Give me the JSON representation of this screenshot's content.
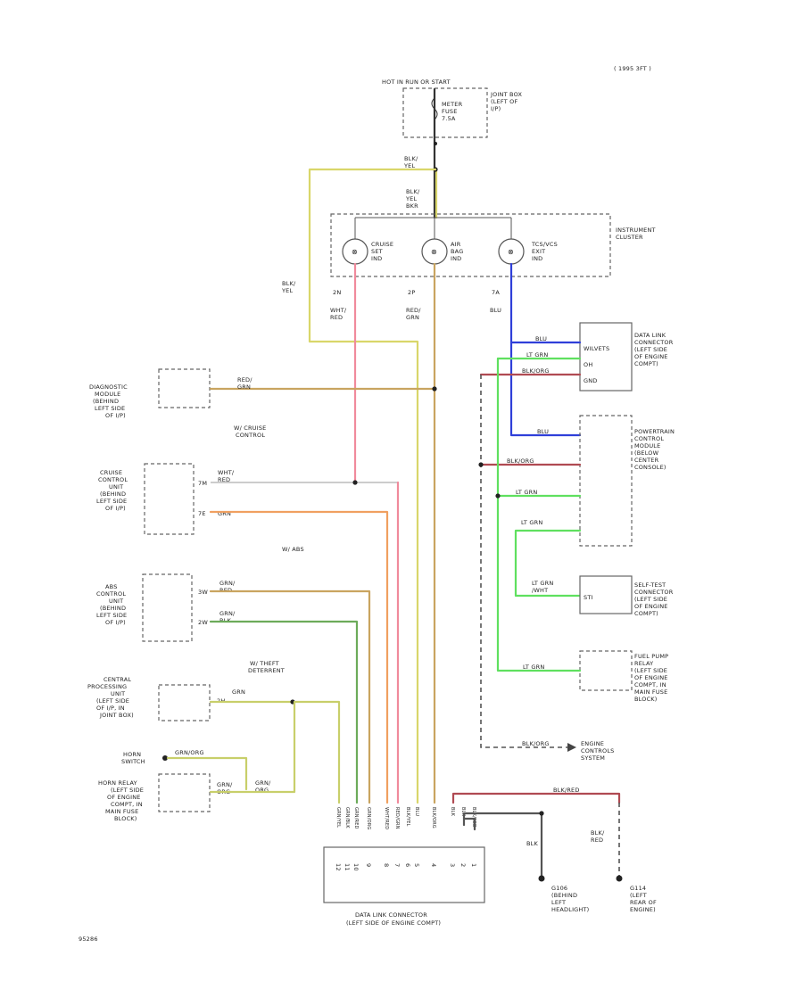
{
  "header": {
    "ref": "( 1995 3FT )",
    "power_source": "HOT IN RUN OR START",
    "footer_code": "95286"
  },
  "junction_box": {
    "label": [
      "JOINT BOX",
      "(LEFT OF",
      "I/P)"
    ],
    "fuse": [
      "METER",
      "FUSE",
      "7.5A"
    ]
  },
  "wire_labels": {
    "blk_yel_1": [
      "BLK/",
      "YEL"
    ],
    "blk_yel_2": [
      "BLK/",
      "YEL",
      "BKR"
    ],
    "blk_yel_left": [
      "BLK/",
      "YEL"
    ]
  },
  "instrument_cluster": {
    "label": [
      "INSTRUMENT",
      "CLUSTER"
    ],
    "lamps": [
      [
        "CRUISE",
        "SET",
        "IND"
      ],
      [
        "AIR",
        "BAG",
        "IND"
      ],
      [
        "TCS/VCS",
        "EXIT",
        "IND"
      ]
    ],
    "pins": [
      "2N",
      "2P",
      "7A"
    ],
    "wires": [
      [
        "WHT/",
        "RED"
      ],
      [
        "RED/",
        "GRN"
      ],
      [
        "BLU"
      ]
    ]
  },
  "components": {
    "diag_module": [
      "DIAGNOSTIC",
      "MODULE",
      "(BEHIND",
      "LEFT SIDE",
      "OF I/P)"
    ],
    "diag_wire": [
      "RED/",
      "GRN"
    ],
    "wo_cruise": [
      "W/ CRUISE",
      "CONTROL"
    ],
    "cruise_unit": [
      "CRUISE",
      "CONTROL",
      "UNIT",
      "(BEHIND",
      "LEFT SIDE",
      "OF I/P)"
    ],
    "cruise_pins": [
      "7M",
      "7E"
    ],
    "cruise_wires": [
      [
        "WHT/",
        "RED"
      ],
      [
        "GRN"
      ]
    ],
    "wi_abs": "W/ ABS",
    "abs_unit": [
      "ABS",
      "CONTROL",
      "UNIT",
      "(BEHIND",
      "LEFT SIDE",
      "OF I/P)"
    ],
    "abs_pins": [
      "3W",
      "2W"
    ],
    "abs_wires": [
      [
        "GRN/",
        "RED"
      ],
      [
        "GRN/",
        "BLK"
      ]
    ],
    "antitheft": [
      "W/ THEFT",
      "DETERRENT"
    ],
    "cpu": [
      "CENTRAL",
      "PROCESSING",
      "UNIT",
      "(LEFT SIDE",
      "OF I/P, IN",
      "JOINT BOX)"
    ],
    "cpu_pin": "2H",
    "cpu_wire": "GRN",
    "horn_switch": [
      "HORN",
      "SWITCH"
    ],
    "horn_wire": "GRN/ORG",
    "horn_relay": [
      "HORN RELAY",
      "(LEFT SIDE",
      "OF ENGINE",
      "COMPT, IN",
      "MAIN FUSE",
      "BLOCK)"
    ],
    "horn_relay_wire": [
      "GRN/",
      "ORG"
    ],
    "horn_relay_wire2": [
      "GRN/",
      "ORG"
    ]
  },
  "right_side": {
    "dlc_top": [
      "DATA LINK",
      "CONNECTOR",
      "(LEFT SIDE",
      "OF ENGINE",
      "COMPT)"
    ],
    "dlc_top_pins": [
      "WILVETS",
      "OH",
      "GND"
    ],
    "dlc_wires": [
      "BLU",
      "LT GRN",
      "BLK/ORG"
    ],
    "pcm": [
      "POWERTRAIN",
      "CONTROL",
      "MODULE",
      "(BELOW",
      "CENTER",
      "CONSOLE)"
    ],
    "pcm_wires": [
      "BLU",
      "BLK/ORG",
      "LT GRN",
      "LT GRN"
    ],
    "self_test": [
      "SELF-TEST",
      "CONNECTOR",
      "(LEFT SIDE",
      "OF ENGINE",
      "COMPT)"
    ],
    "self_test_wire": [
      "LT GRN",
      "/WHT"
    ],
    "self_test_pin": "STI",
    "fuel_pump": [
      "FUEL PUMP",
      "RELAY",
      "(LEFT SIDE",
      "OF ENGINE",
      "COMPT, IN",
      "MAIN FUSE",
      "BLOCK)"
    ],
    "fuel_pump_wire": "LT GRN",
    "engine_controls": [
      "ENGINE",
      "CONTROLS",
      "SYSTEM"
    ],
    "engine_wire": "BLK/ORG"
  },
  "bottom": {
    "dlc_label": [
      "DATA LINK CONNECTOR",
      "(LEFT SIDE OF ENGINE COMPT)"
    ],
    "pin_numbers": [
      "12",
      "11",
      "10",
      "9",
      "8",
      "7",
      "6",
      "5",
      "4",
      "3",
      "2",
      "1"
    ],
    "wire_codes": [
      "GRN/YEL",
      "GRN/BLK",
      "GRN/RED",
      "GRN/ORG",
      "WHT/RED",
      "RED/GRN",
      "BLK/YEL",
      "BLU",
      "BLK/ORG",
      "BLK",
      "BLK",
      "BLK/RED"
    ],
    "ground1": [
      "G106",
      "(BEHIND",
      "LEFT",
      "HEADLIGHT)"
    ],
    "ground2": [
      "G114",
      "(LEFT",
      "REAR OF",
      "ENGINE)"
    ],
    "blk_label": "BLK",
    "blk_red_label": [
      "BLK/",
      "RED"
    ],
    "blk_red_top": "BLK/RED"
  },
  "colors": {
    "blk_yel": "#d9d66a",
    "red": "#e24d5a",
    "pink": "#f08a9c",
    "red_grn": "#c9a460",
    "blu": "#2f3fd9",
    "lt_grn": "#5fe05f",
    "grn": "#f0a060",
    "grn_red": "#c9a460",
    "grn_blk": "#6cab5a",
    "grn_yel": "#c8cf6a",
    "blk": "#555555",
    "blk_red": "#b04a52"
  }
}
